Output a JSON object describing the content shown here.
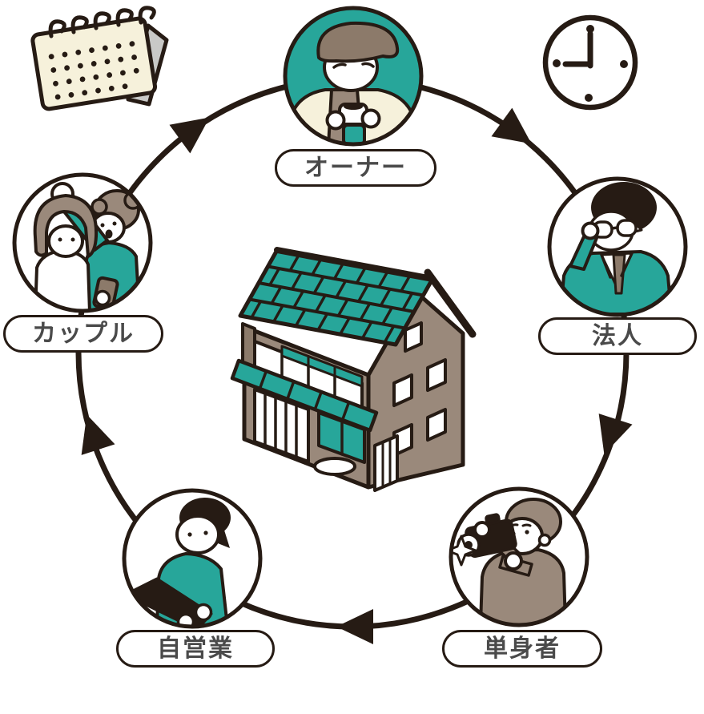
{
  "diagram": {
    "type": "cycle",
    "direction": "clockwise",
    "arrow_count": 5,
    "center_icon": "house-icon",
    "decoration_icons": [
      "calendar-icon",
      "clock-icon"
    ]
  },
  "palette": {
    "teal": "#27A69A",
    "outline_dark": "#261B14",
    "taupe": "#9A897B",
    "taupe_dark": "#8C7A6A",
    "cream": "#F6F1DB",
    "gray": "#C9C9C7",
    "label_text": "#4A4A4A",
    "background": "#FFFFFF"
  },
  "nodes": [
    {
      "id": "owner",
      "label": "オーナー",
      "icon": "owner-with-teacup-icon",
      "position": "top"
    },
    {
      "id": "corporation",
      "label": "法人",
      "icon": "businessman-glasses-icon",
      "position": "right"
    },
    {
      "id": "single-person",
      "label": "単身者",
      "icon": "photographer-icon",
      "position": "bottom-right"
    },
    {
      "id": "self-employed",
      "label": "自営業",
      "icon": "person-at-laptop-icon",
      "position": "bottom-left"
    },
    {
      "id": "couple",
      "label": "カップル",
      "icon": "couple-icon",
      "position": "left"
    }
  ]
}
